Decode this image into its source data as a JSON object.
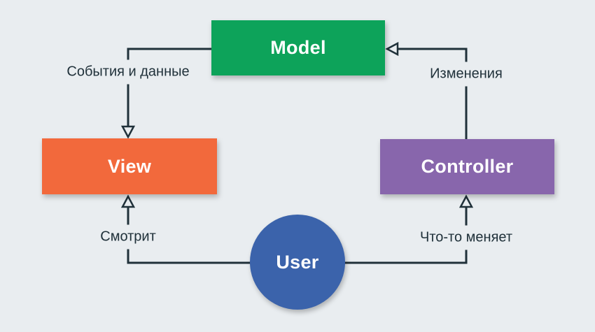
{
  "canvas": {
    "background": "#e9edf0",
    "line_color": "#20313a"
  },
  "nodes": {
    "model": {
      "label": "Model",
      "color": "#0da35a"
    },
    "view": {
      "label": "View",
      "color": "#f2693c"
    },
    "controller": {
      "label": "Controller",
      "color": "#8866ac"
    },
    "user": {
      "label": "User",
      "color": "#3b63ab"
    }
  },
  "edges": {
    "model_to_view": {
      "label": "События и данные"
    },
    "controller_to_model": {
      "label": "Изменения"
    },
    "user_to_view": {
      "label": "Смотрит"
    },
    "user_to_controller": {
      "label": "Что-то меняет"
    }
  }
}
